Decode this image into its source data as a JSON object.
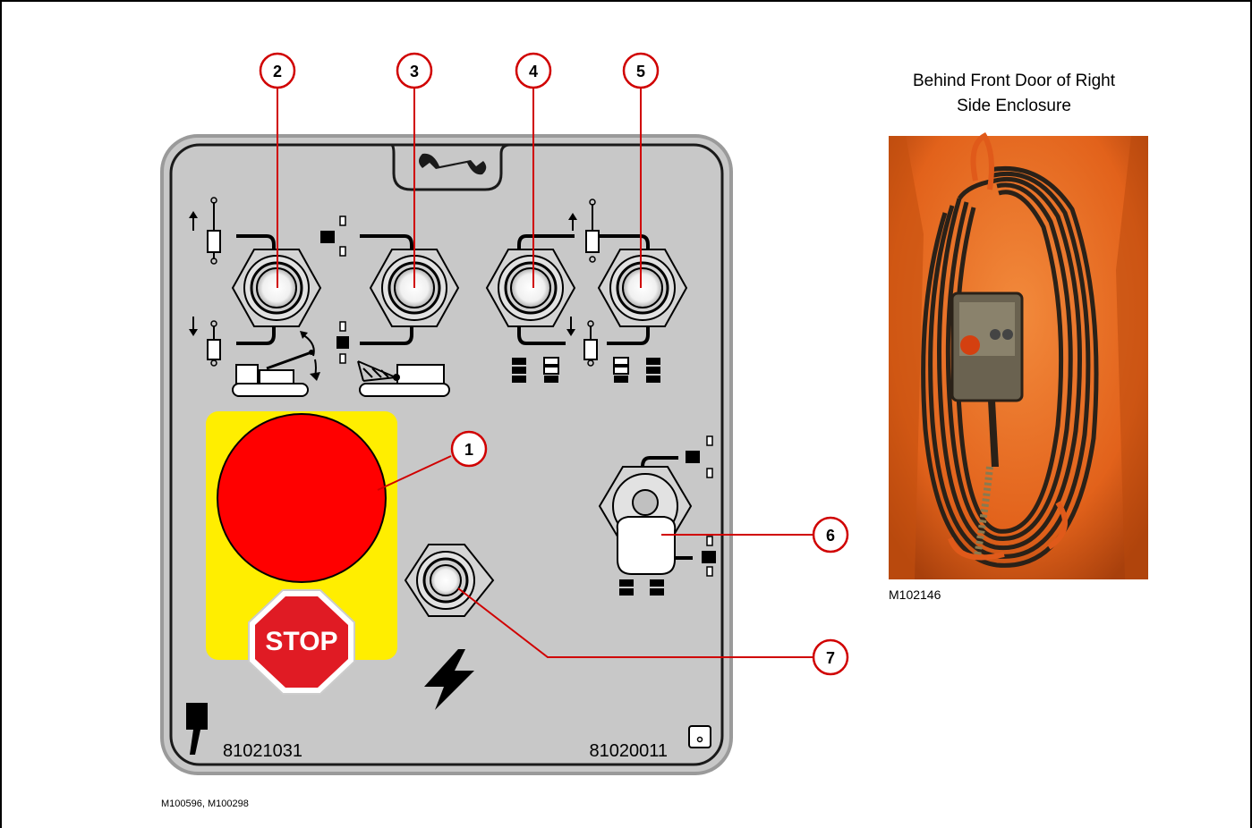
{
  "callouts": [
    "1",
    "2",
    "3",
    "4",
    "5",
    "6",
    "7"
  ],
  "panel": {
    "stop_label": "STOP",
    "part_left": "81021031",
    "part_right": "81020011"
  },
  "photo": {
    "caption_line1": "Behind Front Door of Right",
    "caption_line2": "Side Enclosure",
    "photo_id": "M102146"
  },
  "figure_ids": "M100596, M100298",
  "colors": {
    "callout_ring": "#d00000",
    "leader_line": "#d00000",
    "panel_fill": "#c8c8c8",
    "estop_red": "#ff0000",
    "estop_guard": "#ffee00",
    "stop_sign": "#e01b24",
    "photo_orange": "#e8601a"
  },
  "icons": [
    "wrench-icon",
    "cylinder-up-icon",
    "cylinder-down-icon",
    "crane-icon",
    "boom-icon",
    "lightning-icon",
    "pendant-plug-icon"
  ]
}
